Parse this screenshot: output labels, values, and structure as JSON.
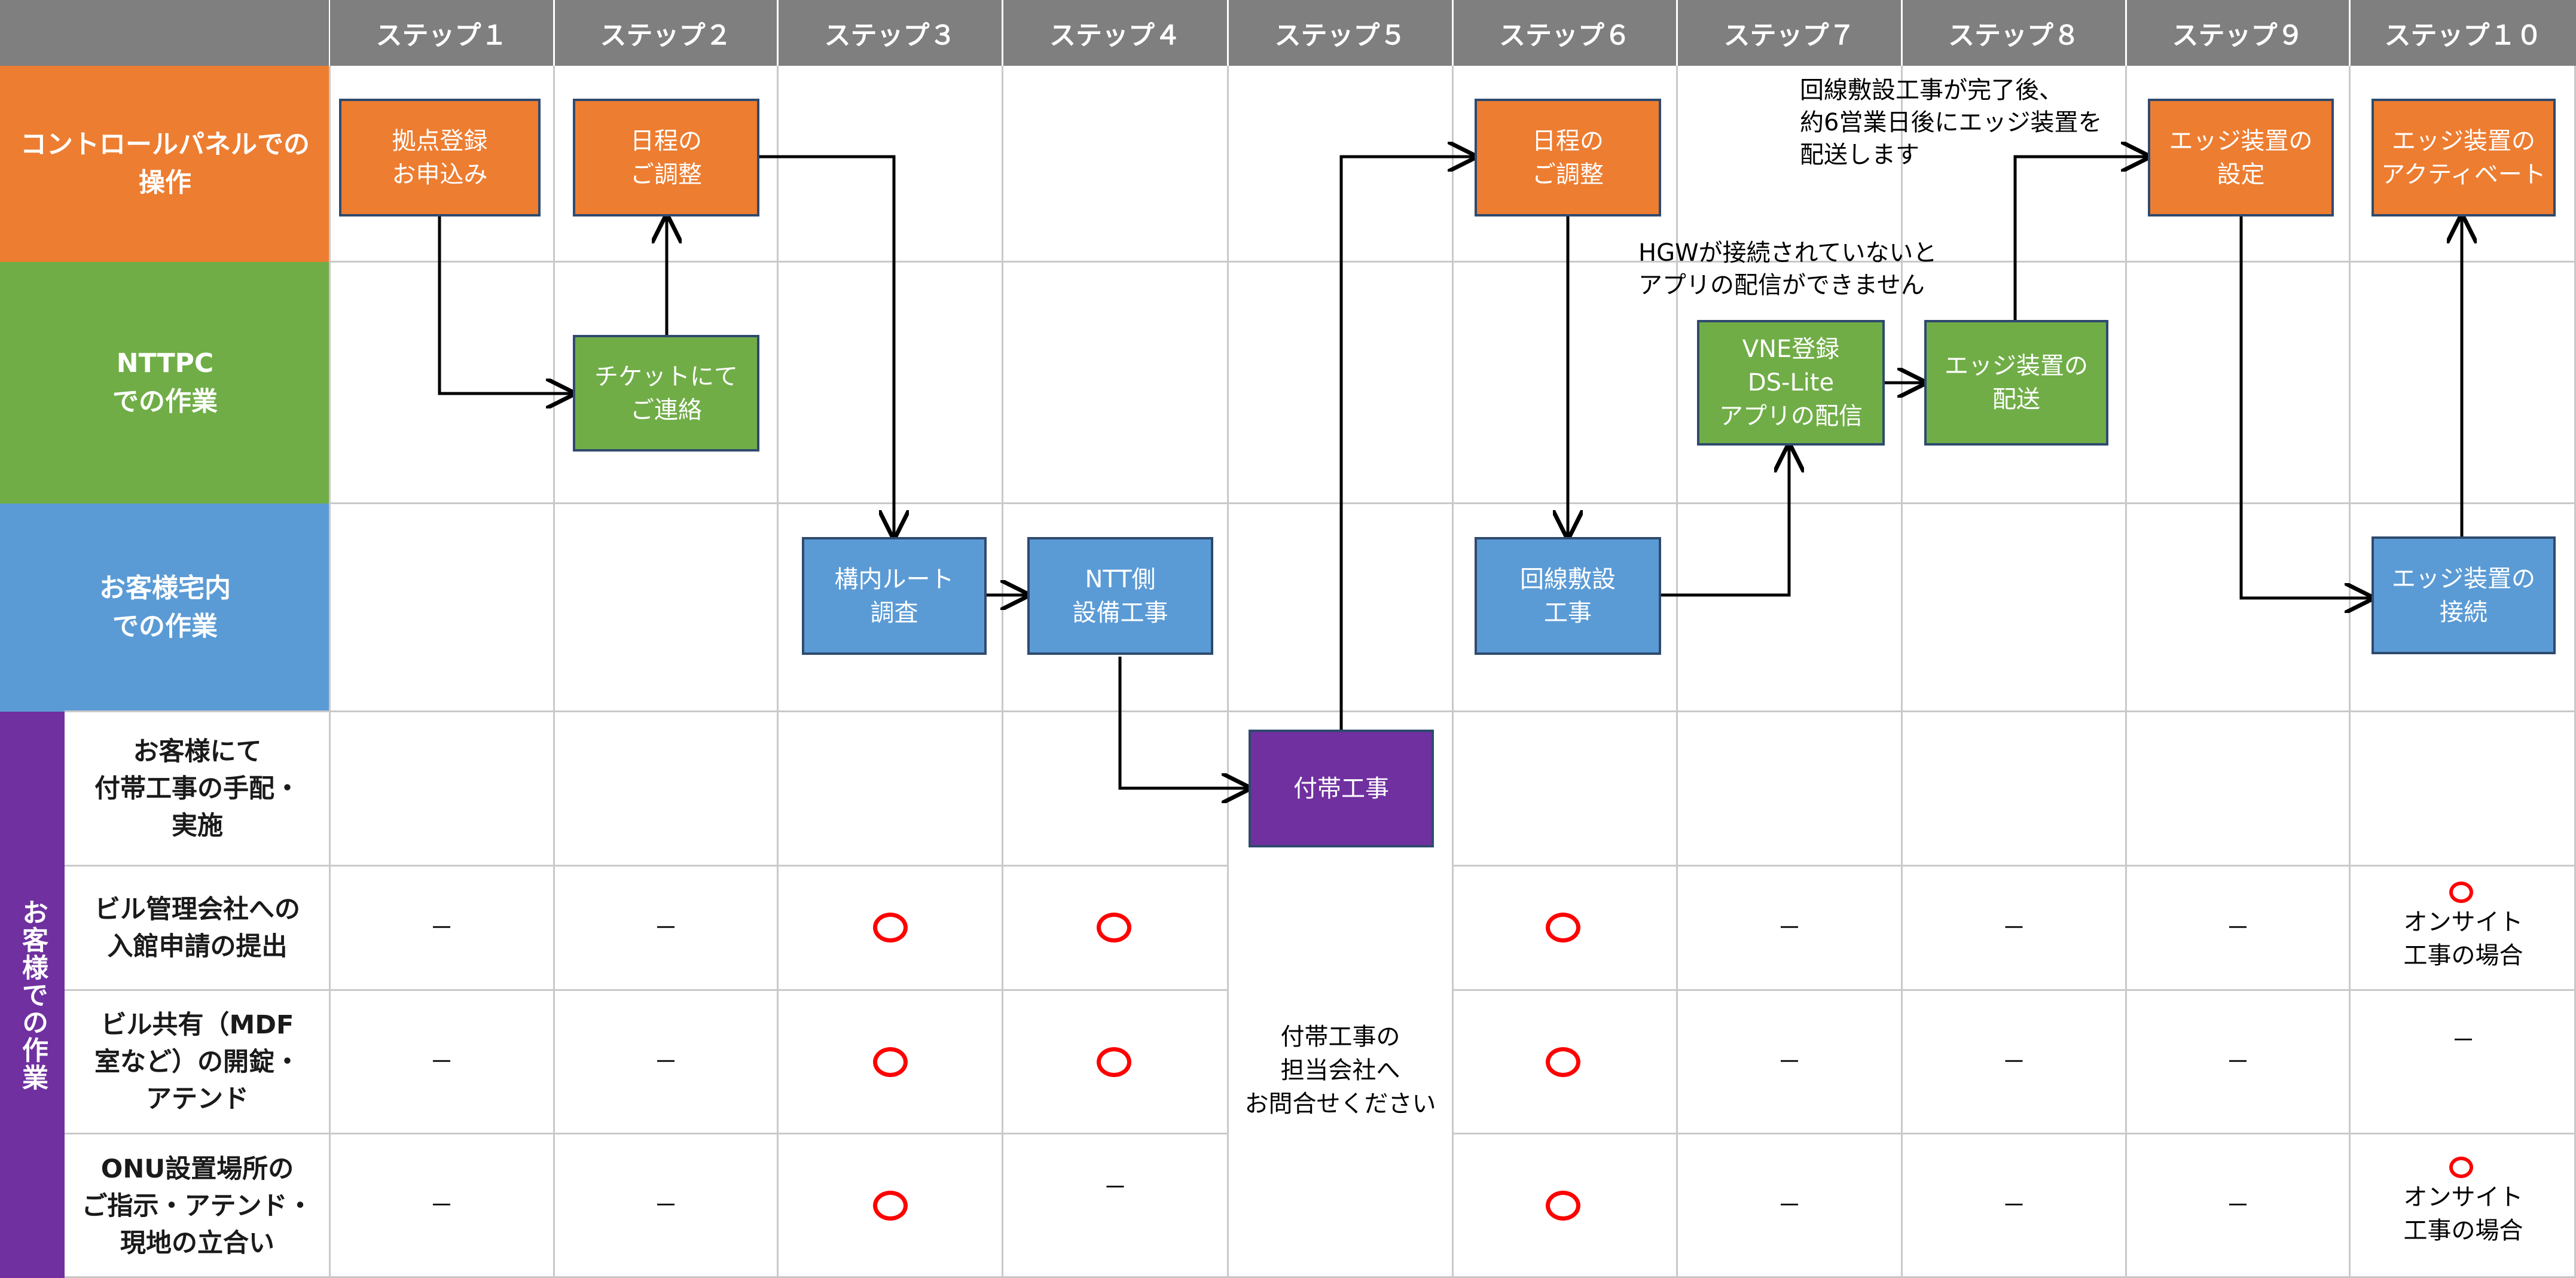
{
  "colors": {
    "header_gray": "#7f7f7f",
    "control_panel_orange": "#ed7d31",
    "nttpc_green": "#70ad47",
    "customer_site_blue": "#5b9bd5",
    "customer_work_purple": "#7030a0",
    "mark_red": "#ff0000"
  },
  "steps": [
    "ステップ１",
    "ステップ２",
    "ステップ３",
    "ステップ４",
    "ステップ５",
    "ステップ６",
    "ステップ７",
    "ステップ８",
    "ステップ９",
    "ステップ１０"
  ],
  "rows": {
    "control_panel": "コントロールパネルでの\n操作",
    "nttpc": "NTTPC\nでの作業",
    "customer_site": "お客様宅内\nでの作業",
    "customer_work": "お客様での作業"
  },
  "sub_rows": [
    "お客様にて\n付帯工事の手配・\n実施",
    "ビル管理会社への\n入館申請の提出",
    "ビル共有（MDF\n室など）の開錠・\nアテンド",
    "ONU設置場所の\nご指示・アテンド・\n現地の立合い"
  ],
  "boxes": {
    "s1_apply": "拠点登録\nお申込み",
    "s2_schedule": "日程の\nご調整",
    "s2_ticket": "チケットにて\nご連絡",
    "s3_survey": "構内ルート\n調査",
    "s4_ntt": "NTT側\n設備工事",
    "s5_aux": "付帯工事",
    "s6_schedule": "日程の\nご調整",
    "s6_line": "回線敷設\n工事",
    "s7_vne": "VNE登録\nDS-Lite\nアプリの配信",
    "s8_ship": "エッジ装置の\n配送",
    "s9_setup": "エッジ装置の\n設定",
    "s10_activate": "エッジ装置の\nアクティベート",
    "s10_connect": "エッジ装置の\n接続"
  },
  "notes": {
    "hgw": "HGWが接続されていないと\nアプリの配信ができません",
    "shipping": "回線敷設工事が完了後、\n約6営業日後にエッジ装置を\n配送します"
  },
  "cells": {
    "dash": "－",
    "aux_contact": "付帯工事の\n担当会社へ\nお問合せください",
    "onsite_case": "オンサイト\n工事の場合"
  }
}
